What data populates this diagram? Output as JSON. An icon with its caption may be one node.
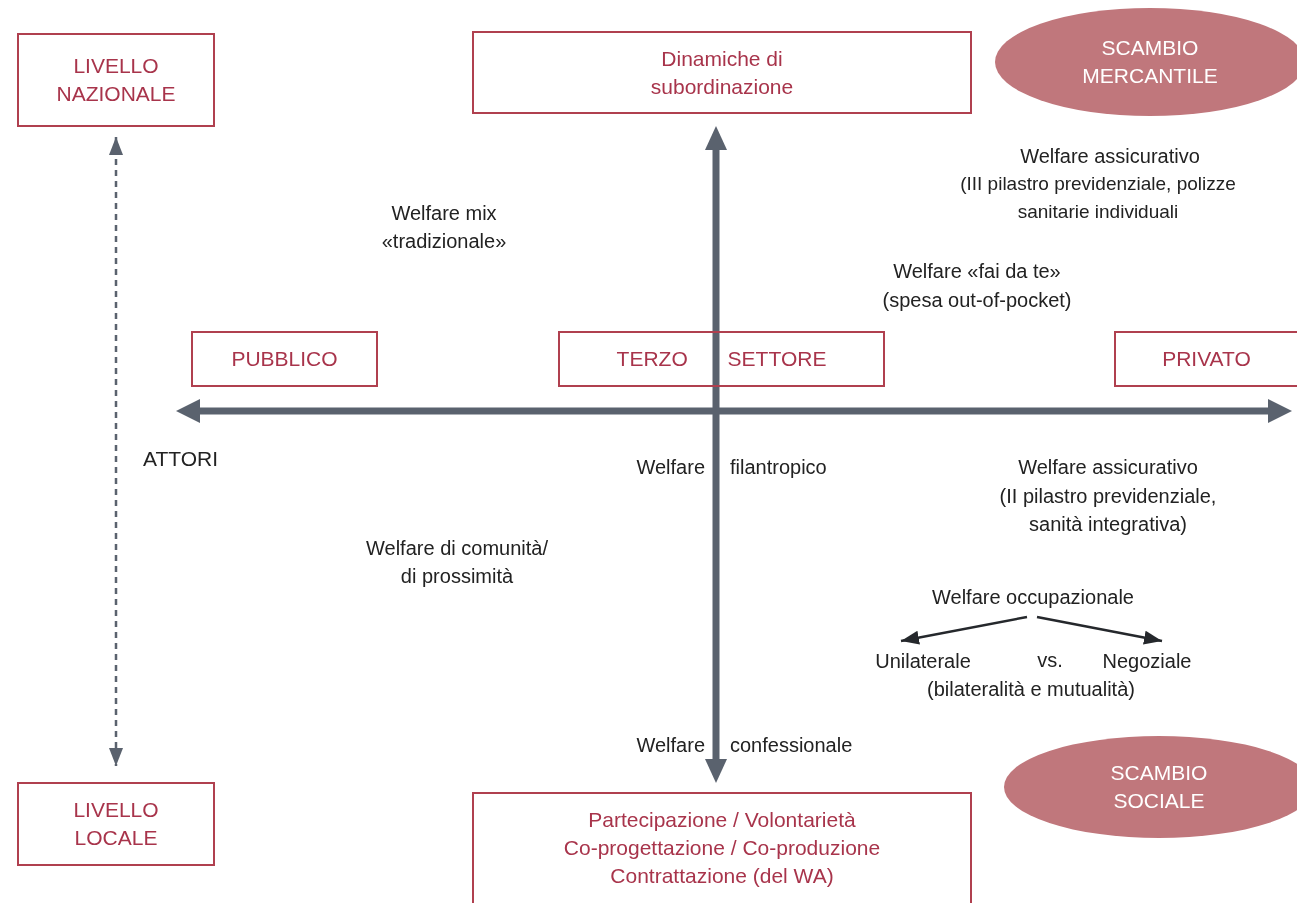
{
  "diagram": {
    "nodes": [
      {
        "text": [
          "LIVELLO NAZIONALE"
        ]
      },
      {
        "text": [
          "LIVELLO LOCALE"
        ]
      },
      {
        "text": [
          "Dinamiche di subordinazione"
        ]
      },
      {
        "text": [
          "Partecipazione / Volontarietà",
          "Co-progettazione / Co-produzione",
          "Contrattazione (del WA)"
        ]
      },
      {
        "text": [
          "SCAMBIO MERCANTILE"
        ]
      },
      {
        "text": [
          "SCAMBIO SOCIALE"
        ]
      },
      {
        "text": [
          "PUBBLICO"
        ]
      },
      {
        "text": [
          "TERZO SETTORE"
        ]
      },
      {
        "text": [
          "PRIVATO"
        ]
      },
      {
        "text": [
          "Welfare occupazionale"
        ]
      },
      {
        "text": [
          "Unilaterale"
        ]
      },
      {
        "text": [
          "Negoziale"
        ]
      }
    ],
    "edges": [
      {
        "from": 0,
        "to": 1,
        "arrow": "both",
        "style": "dashed"
      },
      {
        "from": 9,
        "to": 10,
        "arrow": "to",
        "color": "#25282c"
      },
      {
        "from": 9,
        "to": 11,
        "arrow": "to",
        "color": "#25282c"
      }
    ],
    "labels": [
      "Welfare assicurativo",
      "(III pilastro previdenziale, polizze sanitarie individuali",
      "Welfare mix «tradizionale»",
      "Welfare «fai da te»",
      "(spesa out-of-pocket)",
      "ATTORI",
      "Welfare",
      "filantropico",
      "Welfare assicurativo",
      "(II pilastro previdenziale, sanità integrativa)",
      "Welfare di comunità/ di prossimità",
      "vs.",
      "(bilateralità e mutualità)",
      "Welfare",
      "confessionale"
    ]
  }
}
